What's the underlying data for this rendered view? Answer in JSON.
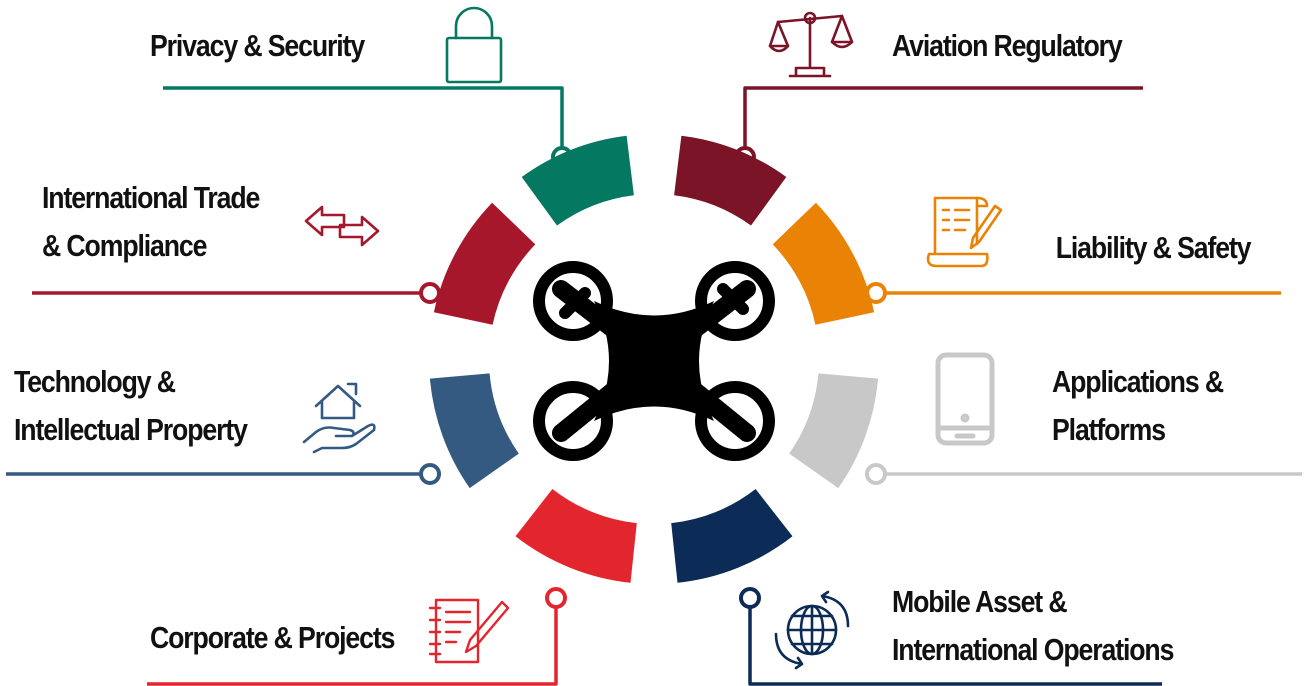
{
  "center": {
    "icon": "quadcopter-drone-icon",
    "color": "#000000"
  },
  "areas": [
    {
      "id": "privacy-security",
      "lines": [
        "Privacy & Security"
      ],
      "icon": "padlock-icon",
      "color": "#047860"
    },
    {
      "id": "aviation-regulatory",
      "lines": [
        "Aviation Regulatory"
      ],
      "icon": "scales-of-justice-icon",
      "color": "#7a1426"
    },
    {
      "id": "international-trade",
      "lines": [
        "International Trade",
        "& Compliance"
      ],
      "icon": "exchange-arrows-icon",
      "color": "#a6172c"
    },
    {
      "id": "liability-safety",
      "lines": [
        "Liability & Safety"
      ],
      "icon": "contract-scroll-icon",
      "color": "#ea8206"
    },
    {
      "id": "technology-ip",
      "lines": [
        "Technology &",
        "Intellectual Property"
      ],
      "icon": "house-in-hand-icon",
      "color": "#355a82"
    },
    {
      "id": "applications-platforms",
      "lines": [
        "Applications &",
        "Platforms"
      ],
      "icon": "smartphone-icon",
      "color": "#c8c8c8"
    },
    {
      "id": "corporate-projects",
      "lines": [
        "Corporate & Projects"
      ],
      "icon": "document-pen-icon",
      "color": "#e3262e"
    },
    {
      "id": "mobile-asset",
      "lines": [
        "Mobile Asset &",
        "International Operations"
      ],
      "icon": "globe-cycle-icon",
      "color": "#0c2b57"
    }
  ]
}
